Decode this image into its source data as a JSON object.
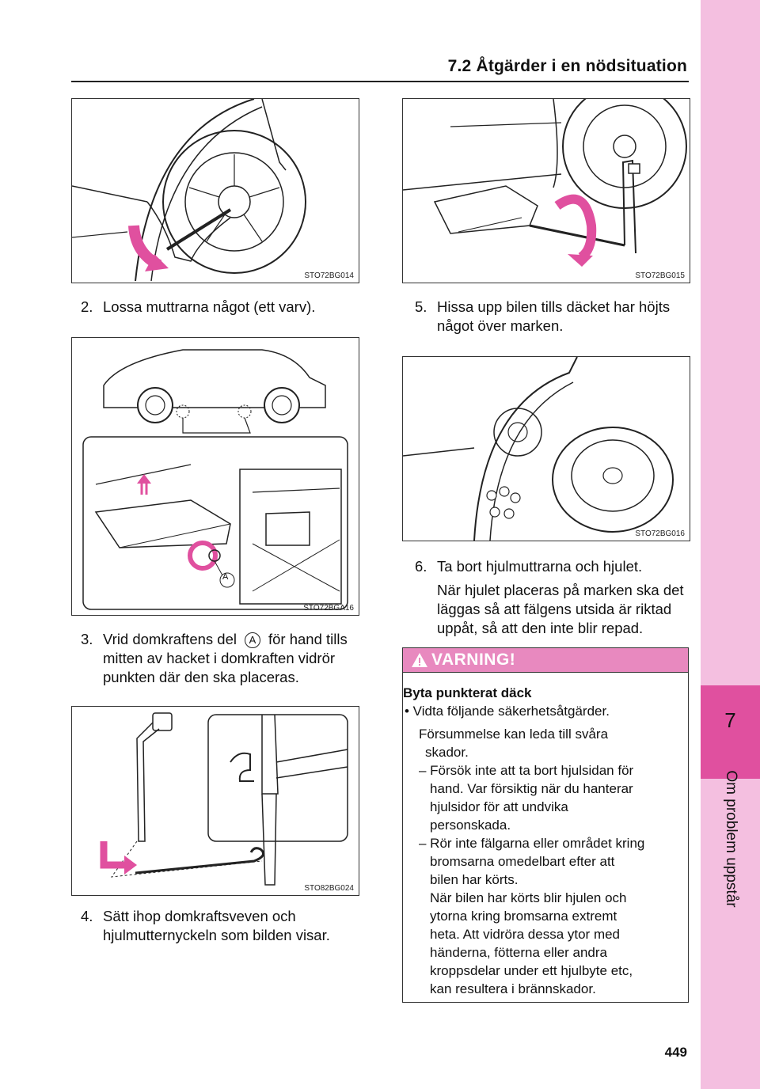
{
  "header": {
    "title": "7.2  Åtgärder i en nödsituation"
  },
  "sidetab": {
    "chapter_number": "7",
    "chapter_label": "Om problem uppstår"
  },
  "figures": {
    "fig1": {
      "code": "STO72BG014"
    },
    "fig2": {
      "code": "STO72BGA16",
      "callout": "A"
    },
    "fig3": {
      "code": "STO82BG024"
    },
    "fig4": {
      "code": "STO72BG015"
    },
    "fig5": {
      "code": "STO72BG016"
    }
  },
  "steps": {
    "s2": {
      "num": "2.",
      "text": "Lossa muttrarna något (ett varv)."
    },
    "s3": {
      "num": "3.",
      "pre": "Vrid domkraftens del",
      "callout": "A",
      "post": "för hand tills",
      "line2": "mitten av hacket i domkraften vidrör",
      "line3": "punkten där den ska placeras."
    },
    "s4": {
      "num": "4.",
      "line1": "Sätt ihop domkraftsveven och",
      "line2": "hjulmutternyckeln som bilden visar."
    },
    "s5": {
      "num": "5.",
      "line1": "Hissa upp bilen tills däcket har höjts",
      "line2": "något över marken."
    },
    "s6": {
      "num": "6.",
      "line1": "Ta bort hjulmuttrarna och hjulet.",
      "note1": "När hjulet placeras på marken ska det",
      "note2": "läggas så att fälgens utsida är riktad",
      "note3": "uppåt, så att den inte blir repad."
    }
  },
  "warning": {
    "label": "VARNING!",
    "title": "Byta punkterat däck",
    "bullet": "• Vidta följande säkerhetsåtgärder.",
    "sub1": "Försummelse kan leda till svåra",
    "sub2": "skador.",
    "d1a": "– Försök inte att ta bort hjulsidan för",
    "d1b": "hand. Var försiktig när du hanterar",
    "d1c": "hjulsidor för att undvika",
    "d1d": "personskada.",
    "d2a": "– Rör inte fälgarna eller området kring",
    "d2b": "bromsarna omedelbart efter att",
    "d2c": "bilen har körts.",
    "d2d": "När bilen har körts blir hjulen och",
    "d2e": "ytorna kring bromsarna extremt",
    "d2f": "heta. Att vidröra dessa ytor med",
    "d2g": "händerna, fötterna eller andra",
    "d2h": "kroppsdelar under ett hjulbyte etc,",
    "d2i": "kan resultera i brännskador."
  },
  "page_number": "449",
  "colors": {
    "accent_pink": "#e0509f",
    "tab_pink": "#f4bfe0",
    "warning_pink": "#e889bf"
  }
}
